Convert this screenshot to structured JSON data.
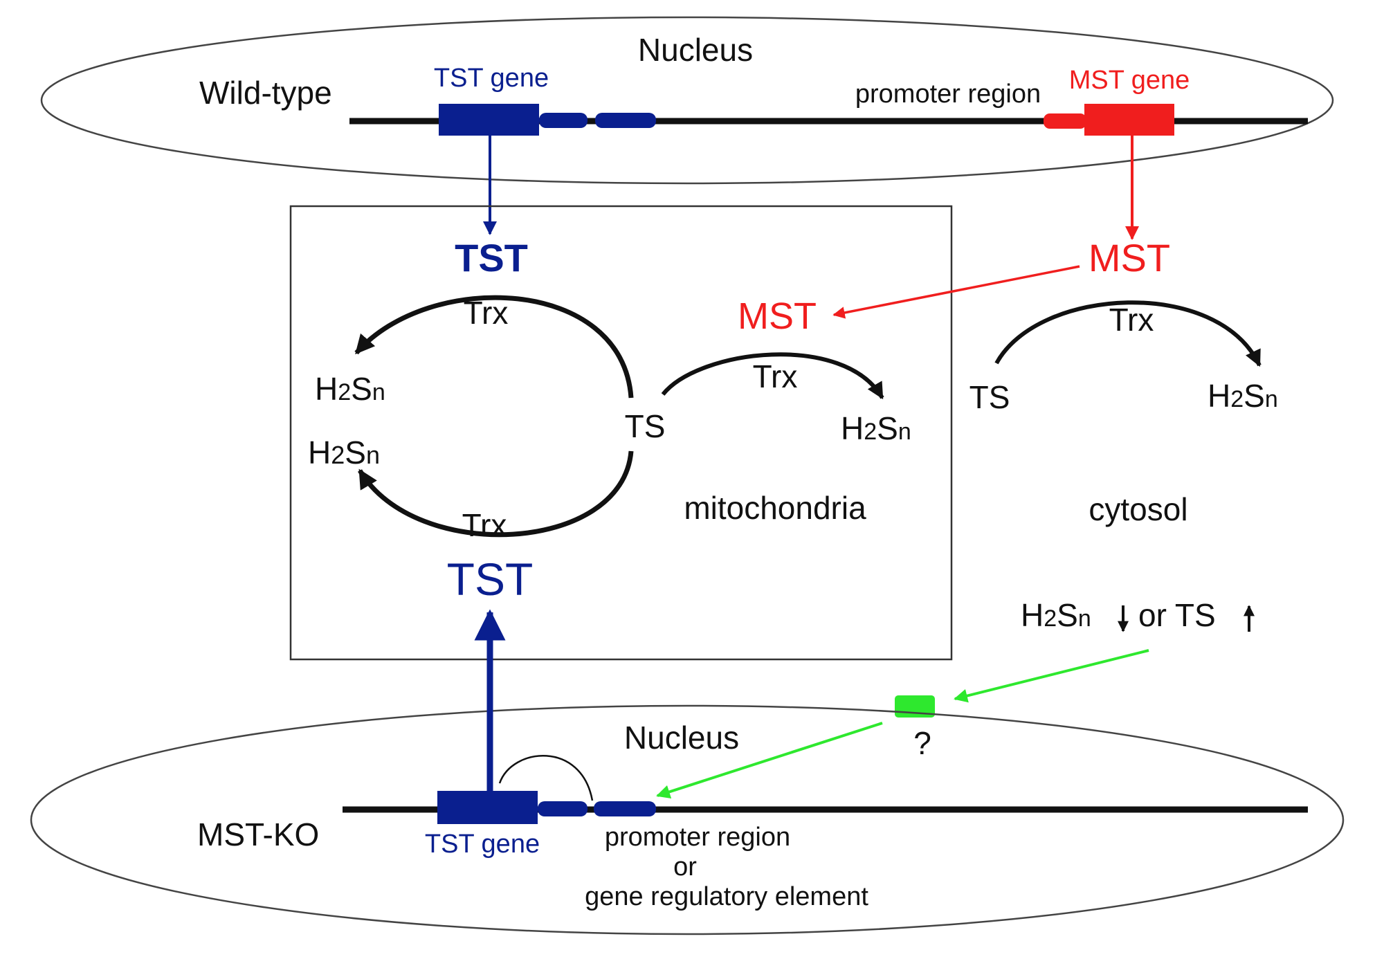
{
  "colors": {
    "tst_blue": "#0a1f8f",
    "mst_red": "#f01e1e",
    "signal_green": "#2ee82e",
    "line_black": "#111111"
  },
  "top_nucleus": {
    "title": "Nucleus",
    "genotype": "Wild-type",
    "tst_gene_label": "TST gene",
    "promoter_label": "promoter region",
    "mst_gene_label": "MST gene"
  },
  "mitochondria": {
    "tst_top": "TST",
    "trx_top": "Trx",
    "h2sn_upper": {
      "base": "H",
      "sub": "2",
      "mid": "S",
      "sub2": "n"
    },
    "h2sn_lower": {
      "base": "H",
      "sub": "2",
      "mid": "S",
      "sub2": "n"
    },
    "ts": "TS",
    "trx_bottom": "Trx",
    "tst_bottom": "TST",
    "mst": "MST",
    "trx_mst": "Trx",
    "h2sn_mst": {
      "base": "H",
      "sub": "2",
      "mid": "S",
      "sub2": "n"
    },
    "label": "mitochondria"
  },
  "cytosol": {
    "mst": "MST",
    "trx": "Trx",
    "ts": "TS",
    "h2sn": {
      "base": "H",
      "sub": "2",
      "mid": "S",
      "sub2": "n"
    },
    "label": "cytosol",
    "signal": {
      "h2sn_base": "H",
      "h2sn_sub": "2",
      "h2sn_mid": "S",
      "h2sn_sub2": "n",
      "or_ts": "or TS"
    }
  },
  "sensor": {
    "label": "?"
  },
  "bottom_nucleus": {
    "title": "Nucleus",
    "genotype": "MST-KO",
    "tst_gene_label": "TST gene",
    "promoter_line1": "promoter region",
    "promoter_line2": "or",
    "promoter_line3": "gene regulatory element"
  }
}
